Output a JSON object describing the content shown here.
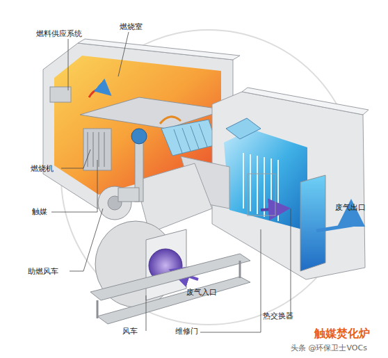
{
  "diagram": {
    "title": "触媒焚化炉",
    "labels": [
      "燃料供应系统",
      "燃烧室",
      "燃烧机",
      "触媒",
      "助燃风车",
      "废气入口",
      "风车",
      "维修门",
      "热交换器",
      "废气出口",
      "头条 @环保卫士VOCs"
    ]
  }
}
